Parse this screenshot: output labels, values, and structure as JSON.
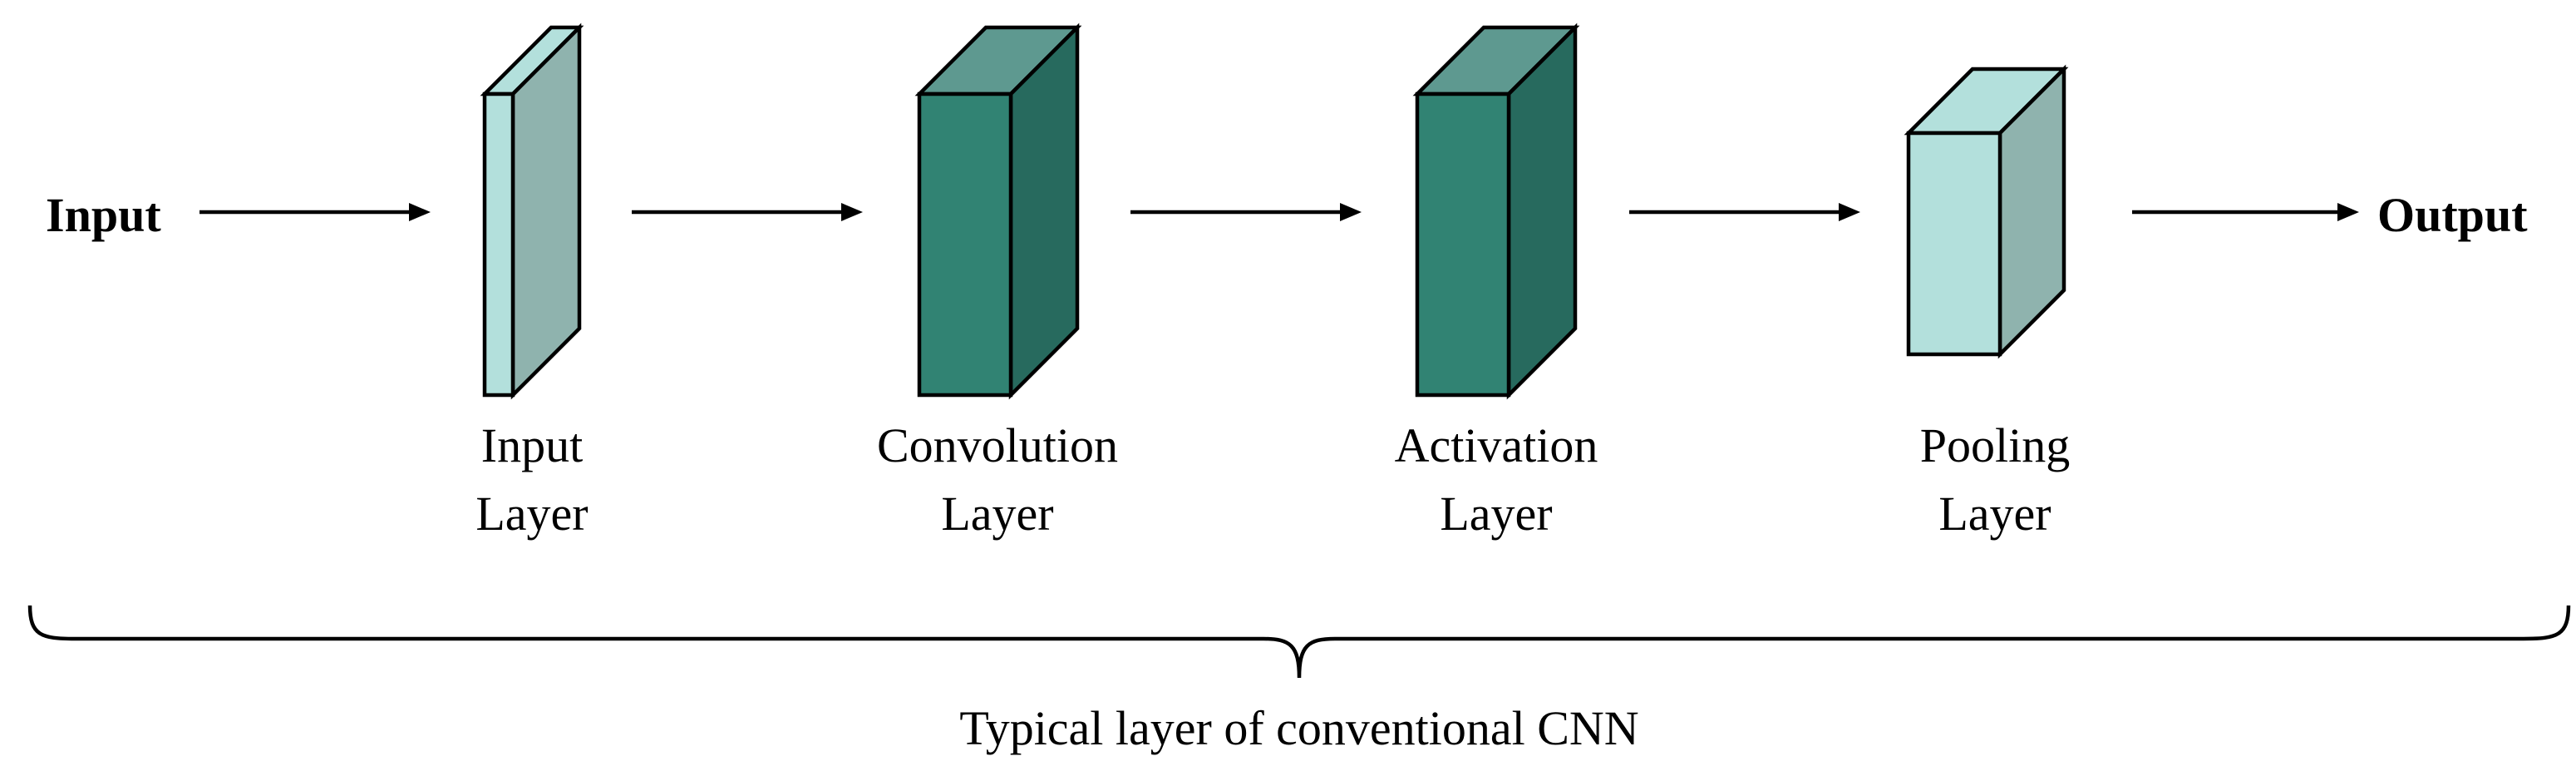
{
  "diagram": {
    "input_label": "Input",
    "output_label": "Output",
    "layers": [
      {
        "line1": "Input",
        "line2": "Layer",
        "front_color": "#b3e0dc",
        "top_color": "#b3e0dc",
        "side_color": "#8fb3ae"
      },
      {
        "line1": "Convolution",
        "line2": "Layer",
        "front_color": "#318373",
        "top_color": "#5e9990",
        "side_color": "#276a5e"
      },
      {
        "line1": "Activation",
        "line2": "Layer",
        "front_color": "#318373",
        "top_color": "#5e9990",
        "side_color": "#276a5e"
      },
      {
        "line1": "Pooling",
        "line2": "Layer",
        "front_color": "#b3e0dc",
        "top_color": "#b3e0dc",
        "side_color": "#8fb3ae"
      }
    ],
    "caption": "Typical layer of conventional CNN",
    "colors": {
      "light_teal_front": "#b3e0dc",
      "light_teal_side": "#8fb3ae",
      "dark_teal_front": "#318373",
      "dark_teal_top": "#5e9990",
      "dark_teal_side": "#276a5e",
      "line": "#000000"
    }
  }
}
